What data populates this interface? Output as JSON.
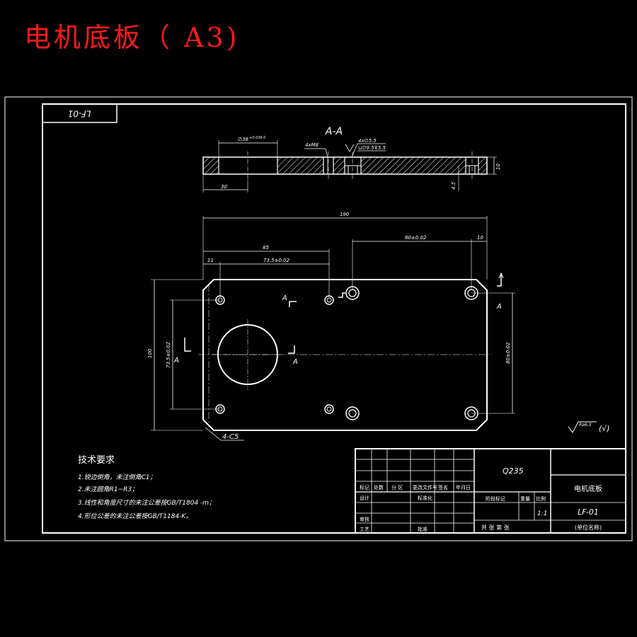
{
  "title": "电机底板（ A3)",
  "drawing_number": "LF-01",
  "section": {
    "label": "A-A",
    "tap_label": "4xM8",
    "cbore_label_1": "4x∅5.5",
    "cbore_label_2": "⊔∅9.5⊽5.5",
    "bore_dim": "∅38",
    "bore_tol": "+0.039 0",
    "dim_30": "30",
    "dim_10": "10",
    "dim_45": "4.5"
  },
  "plan": {
    "dim_190": "190",
    "dim_85": "85",
    "dim_11": "11",
    "dim_735": "73.5±0.02",
    "dim_80h": "80±0.02",
    "dim_10": "10",
    "dim_100": "100",
    "dim_735v": "73.5±0.02",
    "dim_80v": "80±0.02",
    "chamfer": "4-C5",
    "cut_a": "A"
  },
  "roughness": {
    "value": "Ra6.3",
    "rest": "(√)"
  },
  "notes": {
    "heading": "技术要求",
    "items": [
      "1.锐边倒角，未注倒角C1；",
      "2.未注圆角R1~R3；",
      "3.线性和角度尺寸的未注公差按GB/T1804 -m；",
      "4.形位公差的未注公差按GB/T1184-K。"
    ]
  },
  "title_block": {
    "material": "Q235",
    "part_name": "电机底板",
    "part_code": "LF-01",
    "scale": "1:1",
    "org": "(单位名称)",
    "h_mark": "标记",
    "h_count": "处数",
    "h_zone": "分 区",
    "h_doc": "更改文件号",
    "h_sign": "签名",
    "h_date": "年月日",
    "r_design": "设计",
    "r_std": "标准化",
    "r_check": "审核",
    "r_process": "工艺",
    "r_approve": "批准",
    "h_stage": "阶段标记",
    "h_weight": "重量",
    "h_scale": "比例",
    "sheets": "共  张 第  张"
  }
}
